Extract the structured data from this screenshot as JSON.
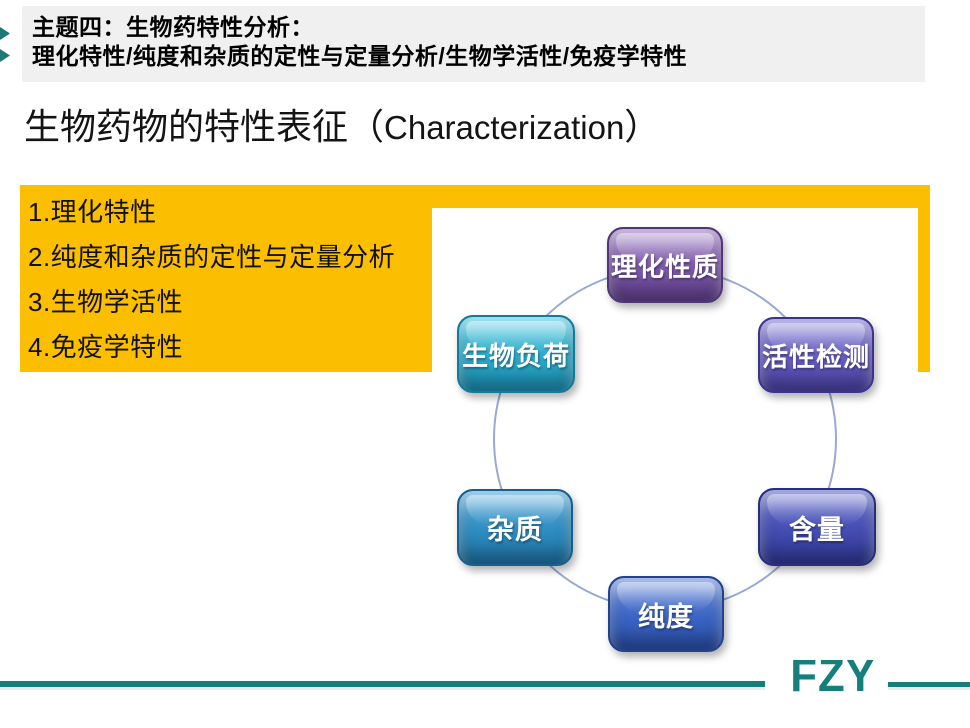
{
  "header": {
    "line1": "主题四：生物药特性分析：",
    "line2": "理化特性/纯度和杂质的定性与定量分析/生物学活性/免疫学特性"
  },
  "title": {
    "zh": "生物药物的特性表征（",
    "en": "Characterization",
    "close": "）"
  },
  "key_points": {
    "background_color": "#FCBE00",
    "items": [
      "1.理化特性",
      "2.纯度和杂质的定性与定量分析",
      "3.生物学活性",
      "4.免疫学特性"
    ]
  },
  "diagram": {
    "type": "cycle",
    "circle_color": "#97A9D4",
    "nodes": [
      {
        "id": "physicochemical",
        "label": "理化性质",
        "color": "#7C58A9",
        "position": "top"
      },
      {
        "id": "activity-assay",
        "label": "活性检测",
        "color": "#655CC0",
        "position": "upper-right"
      },
      {
        "id": "bioburden",
        "label": "生物负荷",
        "color": "#2BA9CA",
        "position": "upper-left"
      },
      {
        "id": "content",
        "label": "含量",
        "color": "#434DB2",
        "position": "lower-right"
      },
      {
        "id": "impurities",
        "label": "杂质",
        "color": "#2E8CC0",
        "position": "lower-left"
      },
      {
        "id": "purity",
        "label": "纯度",
        "color": "#3A64C4",
        "position": "bottom"
      }
    ]
  },
  "footer": {
    "logo": "FZY",
    "accent_color": "#15807B"
  }
}
